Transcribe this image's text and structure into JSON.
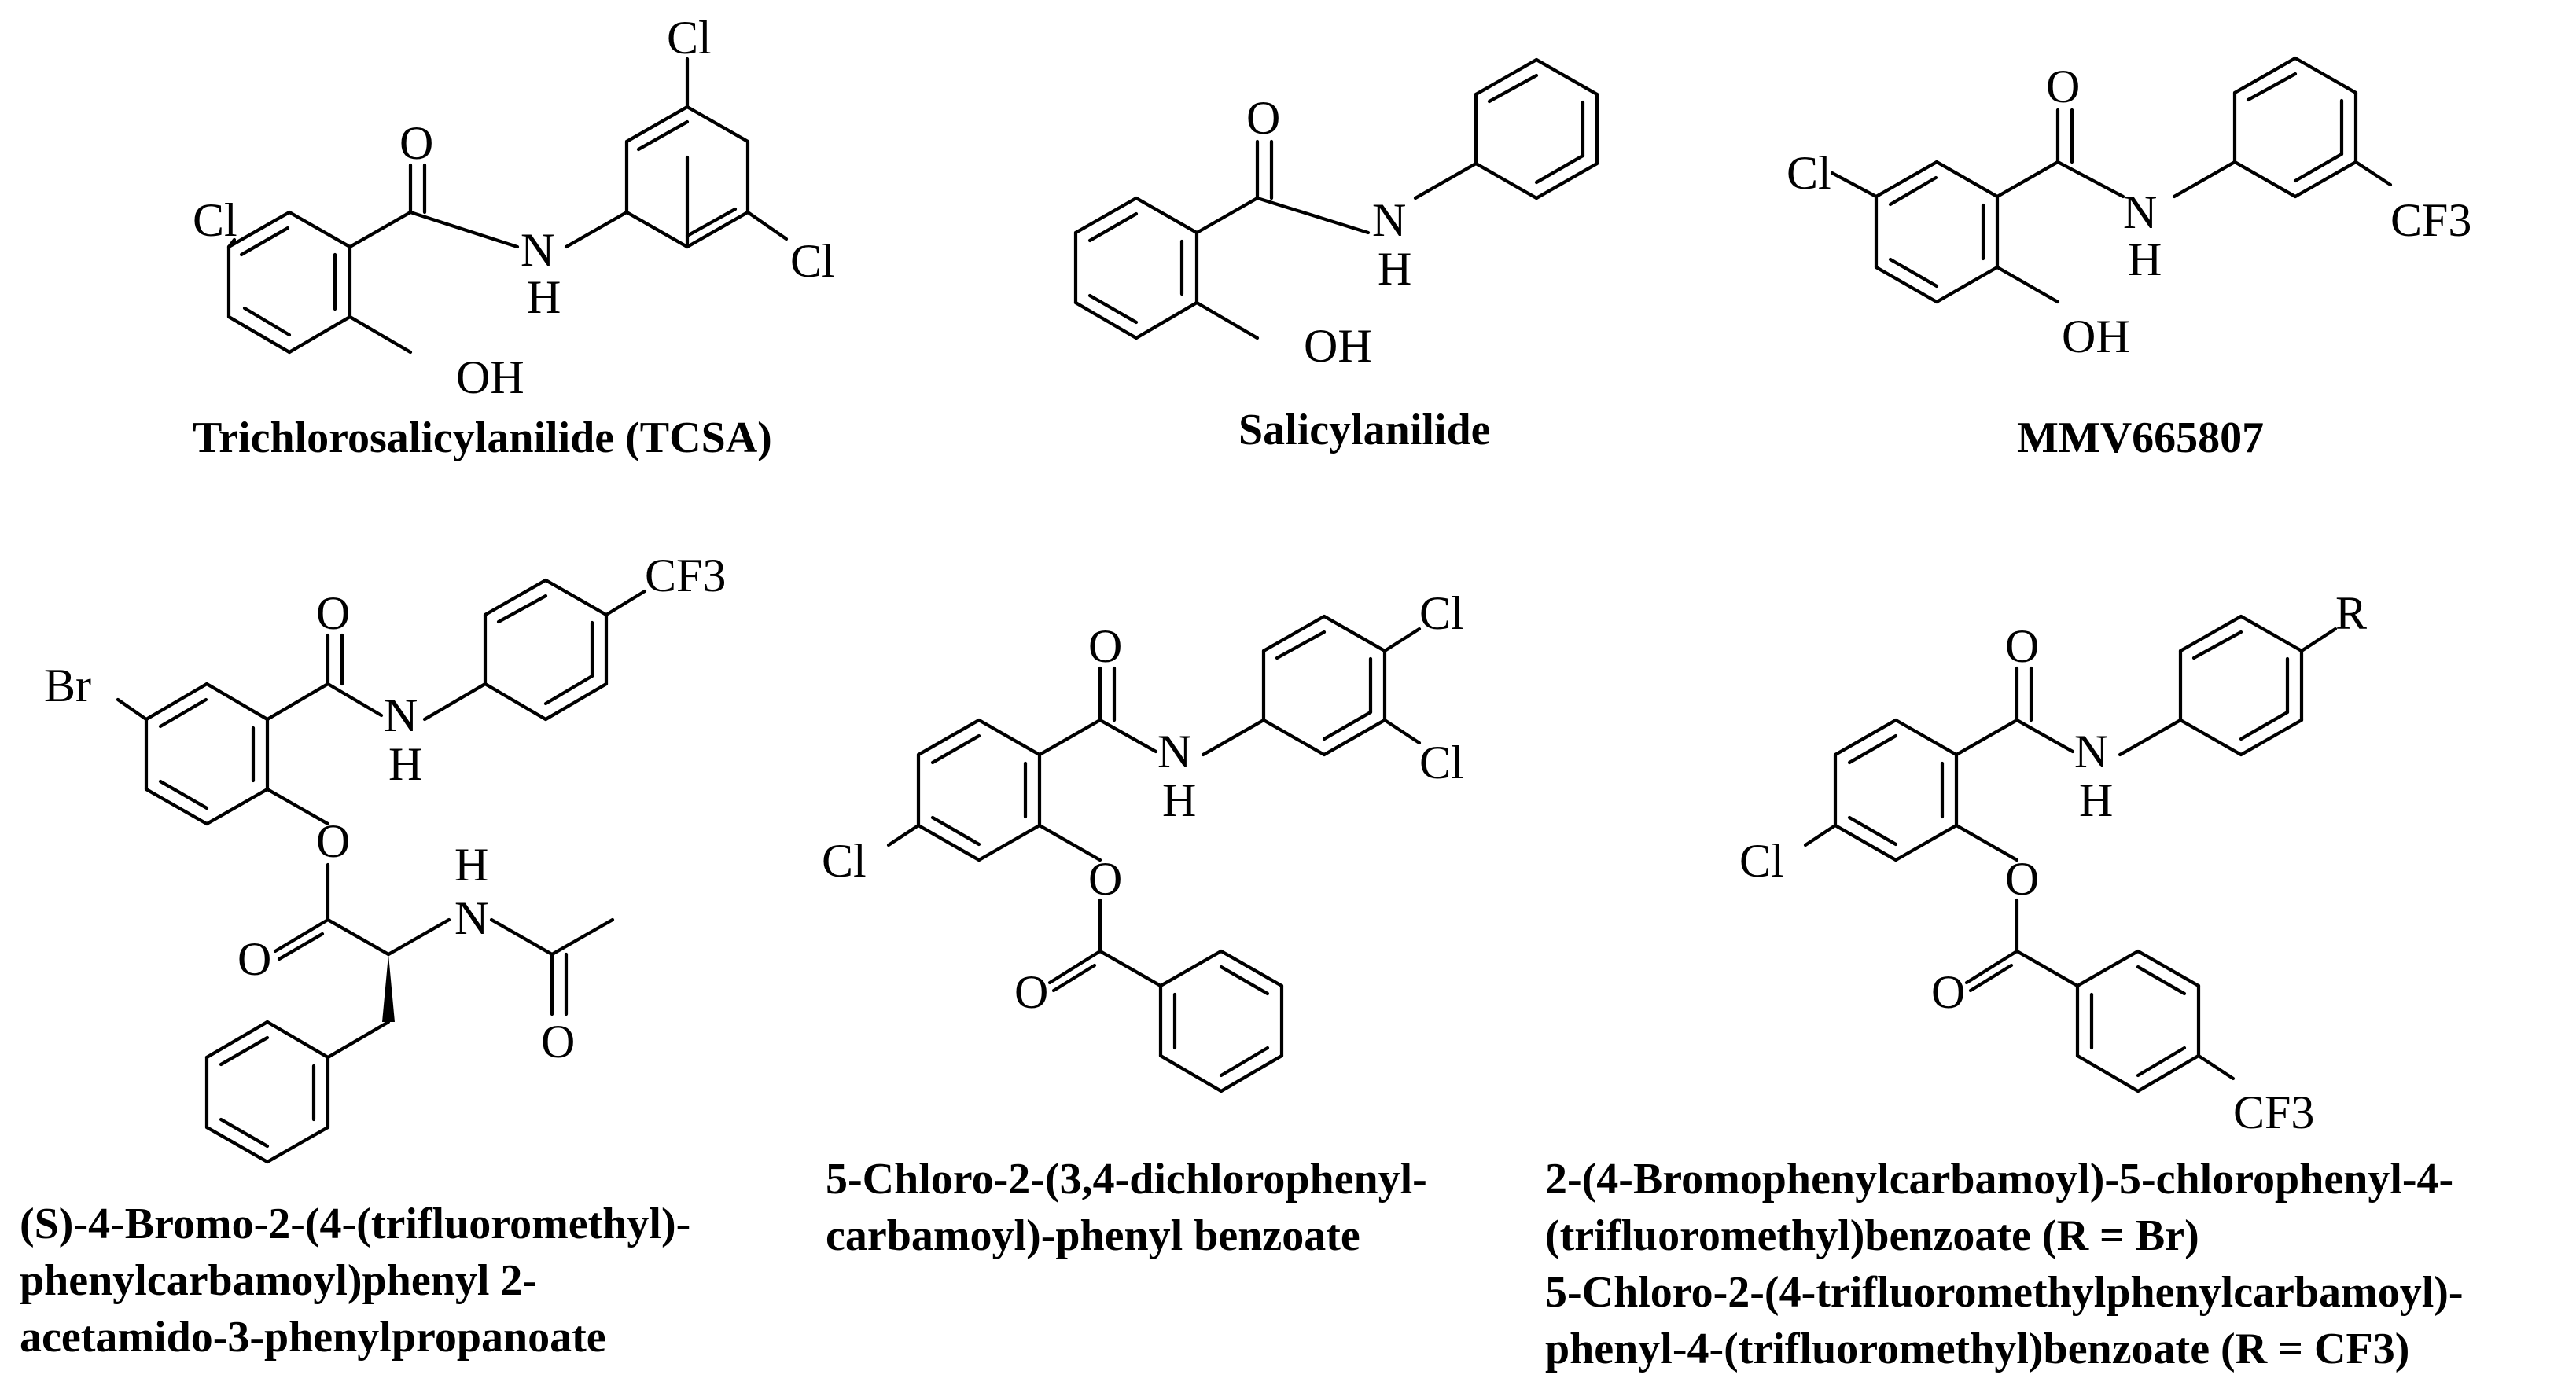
{
  "compounds": [
    {
      "name_lines": [
        "Trichlorosalicylanilide (TCSA)"
      ],
      "labels": {
        "cl1": "Cl",
        "cl2": "Cl",
        "cl3": "Cl",
        "o": "O",
        "n": "N",
        "h": "H",
        "oh": "OH"
      }
    },
    {
      "name_lines": [
        "Salicylanilide"
      ],
      "labels": {
        "o": "O",
        "n": "N",
        "h": "H",
        "oh": "OH"
      }
    },
    {
      "name_lines": [
        "MMV665807"
      ],
      "labels": {
        "cl": "Cl",
        "o": "O",
        "n": "N",
        "h": "H",
        "oh": "OH",
        "cf3": "CF3"
      }
    },
    {
      "name_lines": [
        "(S)-4-Bromo-2-(4-(trifluoromethyl)-",
        "phenylcarbamoyl)phenyl 2-",
        "acetamido-3-phenylpropanoate"
      ],
      "labels": {
        "br": "Br",
        "o1": "O",
        "n1": "N",
        "h1": "H",
        "cf3": "CF3",
        "o2": "O",
        "o3": "O",
        "h2": "H",
        "n2": "N",
        "o4": "O"
      }
    },
    {
      "name_lines": [
        "5-Chloro-2-(3,4-dichlorophenyl-",
        "carbamoyl)-phenyl benzoate"
      ],
      "labels": {
        "cl1": "Cl",
        "cl2": "Cl",
        "cl3": "Cl",
        "o1": "O",
        "n": "N",
        "h": "H",
        "o2": "O",
        "o3": "O"
      }
    },
    {
      "name_lines": [
        "2-(4-Bromophenylcarbamoyl)-5-chlorophenyl-4-",
        "(trifluoromethyl)benzoate (R = Br)",
        "5-Chloro-2-(4-trifluoromethylphenylcarbamoyl)-",
        "phenyl-4-(trifluoromethyl)benzoate (R = CF3)"
      ],
      "labels": {
        "r": "R",
        "cl": "Cl",
        "o1": "O",
        "n": "N",
        "h": "H",
        "o2": "O",
        "o3": "O",
        "cf3": "CF3"
      }
    }
  ]
}
